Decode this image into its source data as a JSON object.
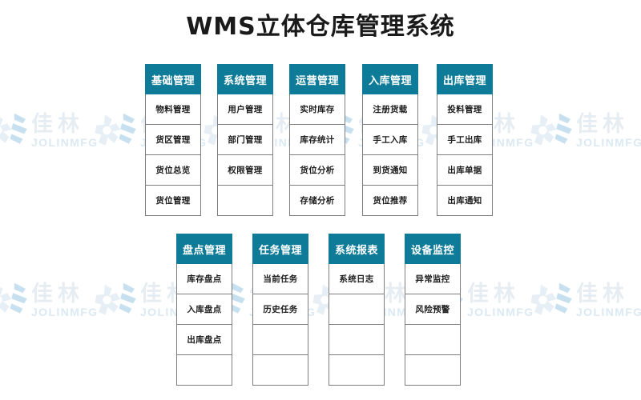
{
  "page": {
    "title": "WMS立体仓库管理系统",
    "background_color": "#ffffff",
    "header_color": "#0e7c98",
    "header_text_color": "#ffffff",
    "cell_border_color": "#7d7d7d",
    "cell_text_color": "#1d1d1d"
  },
  "watermark": {
    "cn_text": "佳林",
    "en_text": "JOLINMFG",
    "color": "#cfdce6"
  },
  "rows": [
    {
      "columns": [
        {
          "header": "基础管理",
          "items": [
            "物料管理",
            "货区管理",
            "货位总览",
            "货位管理"
          ]
        },
        {
          "header": "系统管理",
          "items": [
            "用户管理",
            "部门管理",
            "权限管理",
            ""
          ]
        },
        {
          "header": "运营管理",
          "items": [
            "实时库存",
            "库存统计",
            "货位分析",
            "存储分析"
          ]
        },
        {
          "header": "入库管理",
          "items": [
            "注册货载",
            "手工入库",
            "到货通知",
            "货位推荐"
          ]
        },
        {
          "header": "出库管理",
          "items": [
            "投料管理",
            "手工出库",
            "出库单据",
            "出库通知"
          ]
        }
      ]
    },
    {
      "columns": [
        {
          "header": "盘点管理",
          "items": [
            "库存盘点",
            "入库盘点",
            "出库盘点",
            ""
          ]
        },
        {
          "header": "任务管理",
          "items": [
            "当前任务",
            "历史任务",
            "",
            ""
          ]
        },
        {
          "header": "系统报表",
          "items": [
            "系统日志",
            "",
            "",
            ""
          ]
        },
        {
          "header": "设备监控",
          "items": [
            "异常监控",
            "风险预警",
            "",
            ""
          ]
        }
      ]
    }
  ]
}
